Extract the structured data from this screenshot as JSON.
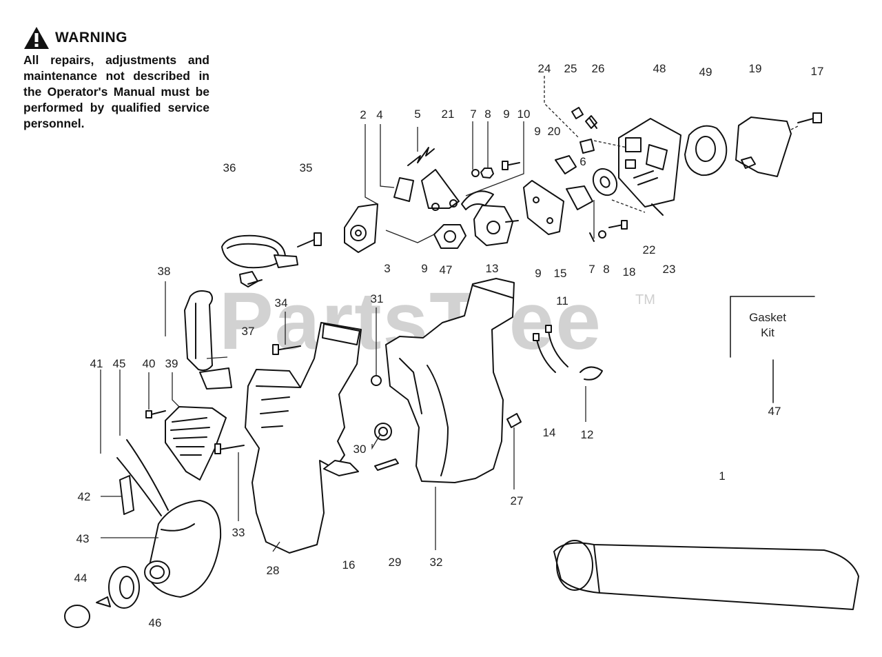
{
  "warning": {
    "title": "WARNING",
    "text": "All repairs, adjustments and maintenance not described in the Operator's Manual must be performed by qualified service personnel."
  },
  "watermark": {
    "brand": "PartsTree",
    "tm": "TM"
  },
  "gasket_kit": {
    "label_line1": "Gasket",
    "label_line2": "Kit",
    "part_number": "47"
  },
  "callouts": [
    {
      "id": "c1",
      "label": "1"
    },
    {
      "id": "c2",
      "label": "2"
    },
    {
      "id": "c3",
      "label": "3"
    },
    {
      "id": "c4",
      "label": "4"
    },
    {
      "id": "c5",
      "label": "5"
    },
    {
      "id": "c6",
      "label": "6"
    },
    {
      "id": "c7a",
      "label": "7"
    },
    {
      "id": "c7b",
      "label": "7"
    },
    {
      "id": "c8a",
      "label": "8"
    },
    {
      "id": "c8b",
      "label": "8"
    },
    {
      "id": "c9a",
      "label": "9"
    },
    {
      "id": "c9b",
      "label": "9"
    },
    {
      "id": "c9c",
      "label": "9"
    },
    {
      "id": "c9d",
      "label": "9"
    },
    {
      "id": "c10",
      "label": "10"
    },
    {
      "id": "c11",
      "label": "11"
    },
    {
      "id": "c12",
      "label": "12"
    },
    {
      "id": "c13",
      "label": "13"
    },
    {
      "id": "c14",
      "label": "14"
    },
    {
      "id": "c15",
      "label": "15"
    },
    {
      "id": "c16",
      "label": "16"
    },
    {
      "id": "c17",
      "label": "17"
    },
    {
      "id": "c18",
      "label": "18"
    },
    {
      "id": "c19",
      "label": "19"
    },
    {
      "id": "c20",
      "label": "20"
    },
    {
      "id": "c21",
      "label": "21"
    },
    {
      "id": "c22",
      "label": "22"
    },
    {
      "id": "c23",
      "label": "23"
    },
    {
      "id": "c24",
      "label": "24"
    },
    {
      "id": "c25",
      "label": "25"
    },
    {
      "id": "c26",
      "label": "26"
    },
    {
      "id": "c27",
      "label": "27"
    },
    {
      "id": "c28",
      "label": "28"
    },
    {
      "id": "c29",
      "label": "29"
    },
    {
      "id": "c30",
      "label": "30"
    },
    {
      "id": "c31",
      "label": "31"
    },
    {
      "id": "c32",
      "label": "32"
    },
    {
      "id": "c33",
      "label": "33"
    },
    {
      "id": "c34",
      "label": "34"
    },
    {
      "id": "c35",
      "label": "35"
    },
    {
      "id": "c36",
      "label": "36"
    },
    {
      "id": "c37",
      "label": "37"
    },
    {
      "id": "c38",
      "label": "38"
    },
    {
      "id": "c39",
      "label": "39"
    },
    {
      "id": "c40",
      "label": "40"
    },
    {
      "id": "c41",
      "label": "41"
    },
    {
      "id": "c42",
      "label": "42"
    },
    {
      "id": "c43",
      "label": "43"
    },
    {
      "id": "c44",
      "label": "44"
    },
    {
      "id": "c45",
      "label": "45"
    },
    {
      "id": "c46",
      "label": "46"
    },
    {
      "id": "c47",
      "label": "47"
    },
    {
      "id": "c48",
      "label": "48"
    },
    {
      "id": "c49",
      "label": "49"
    }
  ]
}
